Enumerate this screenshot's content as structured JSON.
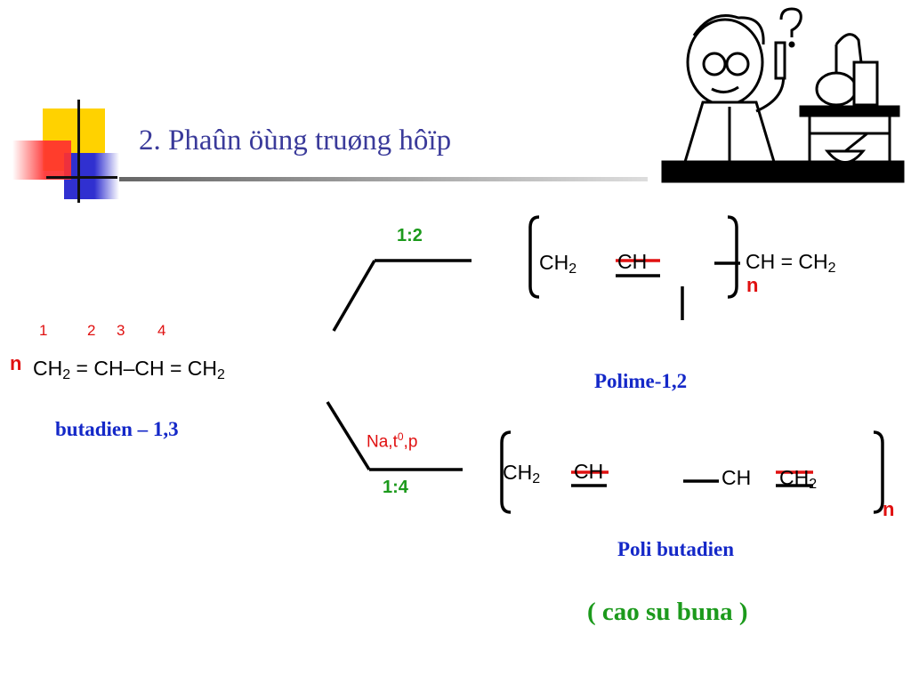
{
  "title": "2. Phaûn öùng truøng hôïp",
  "monomer": {
    "coefficient": "n",
    "numbering": [
      "1",
      "2",
      "3",
      "4"
    ],
    "formula_parts": [
      "CH",
      "2",
      " = CH–CH = CH",
      "2"
    ],
    "name": "butadien – 1,3"
  },
  "upper_path": {
    "ratio": "1:2",
    "product_left": [
      "CH",
      "2"
    ],
    "product_mid": "CH",
    "product_side": [
      "CH = CH",
      "2"
    ],
    "subscript_n": "n",
    "name": "Polime-1,2"
  },
  "lower_path": {
    "condition": [
      "Na,t",
      "0",
      ",p"
    ],
    "ratio": "1:4",
    "product_part1": [
      "CH",
      "2"
    ],
    "product_part2": "CH",
    "product_part3": "CH",
    "product_part4": [
      "CH",
      "2"
    ],
    "subscript_n": "n",
    "name": "Poli butadien",
    "common_name": "( cao su buna )"
  },
  "colors": {
    "title": "#3a3a9a",
    "label_green": "#1c9a1c",
    "label_red": "#e01010",
    "label_blue": "#1428c8",
    "deco_yellow": "#ffd200",
    "deco_red": "#ff3030",
    "deco_blue": "#3030d0"
  },
  "icons": {
    "corner": "decorative-squares-icon",
    "illustration": "scientist-lab-icon"
  }
}
